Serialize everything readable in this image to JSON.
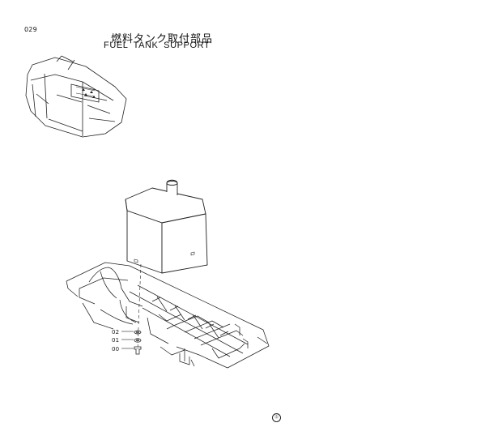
{
  "page": {
    "number": "029",
    "title_jp": "燃料タンク取付部品",
    "title_en": "FUEL  TANK  SUPPORT"
  },
  "callouts": [
    {
      "label": "02"
    },
    {
      "label": "01"
    },
    {
      "label": "00"
    }
  ],
  "footer": {
    "mark": "Ⓢ"
  }
}
